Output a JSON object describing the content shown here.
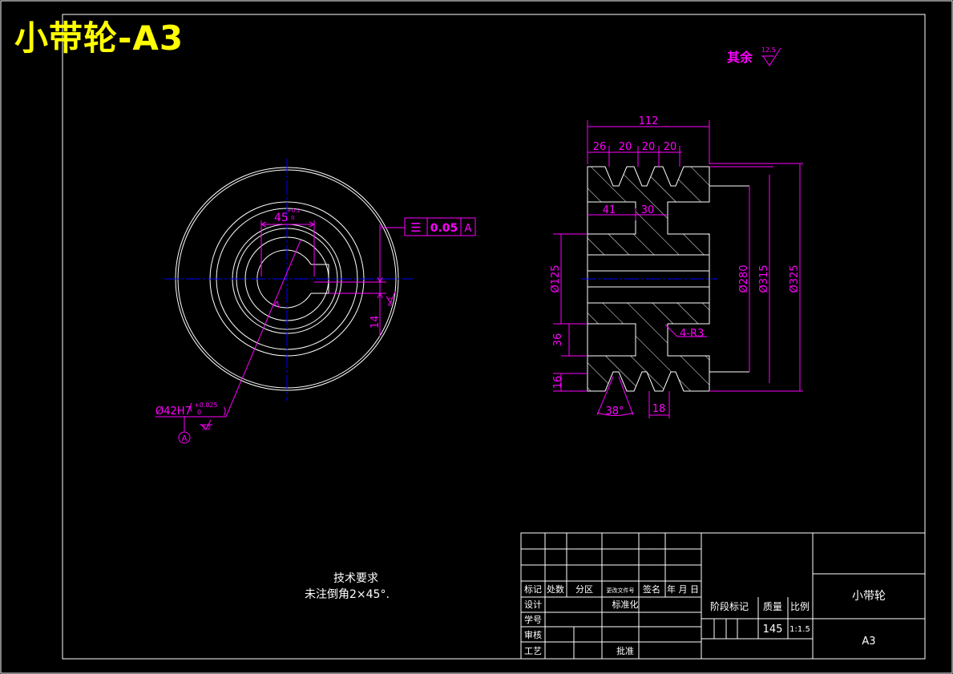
{
  "title": "小带轮-A3",
  "roughness": {
    "label": "其余",
    "value": "12.5"
  },
  "front_view": {
    "keyway_width": "45",
    "keyway_tol": "+0.2",
    "keyway_tol_low": "0",
    "bore": "Ø42H7",
    "bore_tol_high": "+0.025",
    "bore_tol_low": "0",
    "bore_roughness": "3.2",
    "datum": "A",
    "tolerance_symbol": "☰",
    "tolerance_value": "0.05",
    "tolerance_datum": "A",
    "key_depth": "14",
    "key_roughness": "6.3"
  },
  "section_view": {
    "width": "112",
    "groove_first": "26",
    "groove_pitch_1": "20",
    "groove_pitch_2": "20",
    "groove_pitch_3": "20",
    "web_left": "41",
    "web_right": "30",
    "hub_dia": "Ø125",
    "inner_dia": "Ø280",
    "pitch_dia": "Ø315",
    "outer_dia": "Ø325",
    "web_height": "36",
    "bottom_offset": "16",
    "groove_angle": "38°",
    "groove_top": "18",
    "fillet": "4-R3"
  },
  "notes": {
    "heading": "技术要求",
    "line1": "未注倒角2×45°."
  },
  "title_block": {
    "row_mark": "标记",
    "row_count": "处数",
    "row_zone": "分区",
    "row_docno": "更改文件号",
    "row_sign": "签名",
    "row_date": "年 月 日",
    "design": "设计",
    "standardize": "标准化",
    "student_no": "学号",
    "review": "审核",
    "process": "工艺",
    "approve": "批准",
    "stage_mark": "阶段标记",
    "mass": "质量",
    "scale": "比例",
    "mass_value": "145",
    "scale_value": "1:1.5",
    "part_name": "小带轮",
    "drawing_no": "A3"
  }
}
